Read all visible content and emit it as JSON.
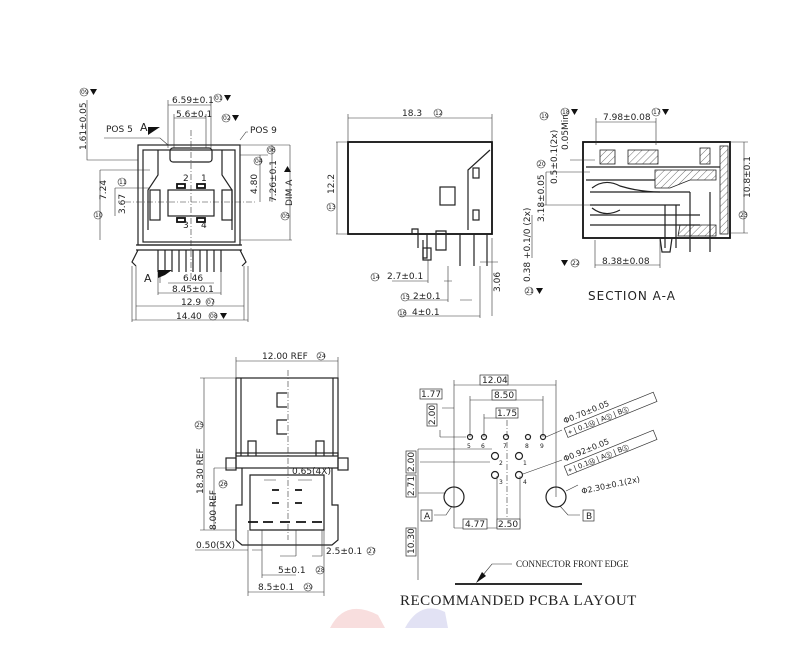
{
  "front_view": {
    "d1": "1.61±0.05",
    "c1": "09",
    "d2": "6.59±0.1",
    "c2": "01",
    "d3": "5.6±0.1",
    "pos5": "POS 5",
    "sec_a1": "A",
    "c3": "02",
    "pos9": "POS 9",
    "c4": "04",
    "d4": "4.80",
    "c5": "06",
    "d5": "7.26±0.1",
    "d6": "DIM A",
    "c6": "05",
    "d7": "7.24",
    "c7": "10",
    "c8": "11",
    "d8": "3.67",
    "pin2": "2",
    "pin1": "1",
    "pin3": "3",
    "pin4": "4",
    "sec_a2": "A",
    "d9": "6.46",
    "d10": "8.45±0.1",
    "d11": "12.9",
    "c9": "07",
    "d12": "14.40",
    "c10": "08"
  },
  "side_view": {
    "d1": "18.3",
    "c1": "12",
    "d2": "12.2",
    "c2": "13",
    "c3": "14",
    "d3": "2.7±0.1",
    "c4": "15",
    "d4": "2±0.1",
    "c5": "16",
    "d5": "4±0.1",
    "d6": "3.06"
  },
  "section_view": {
    "c1": "18",
    "d1": "7.98±0.08",
    "c2": "17",
    "c3": "19",
    "d2": "0.5±0.1(2x)",
    "d3": "0.05Min",
    "c4": "20",
    "d4": "3.18±0.05",
    "d5": "0.38 +0.1/0 (2x)",
    "c5": "21",
    "c6": "22",
    "d6": "8.38±0.08",
    "d7": "10.8±0.1",
    "c7": "23",
    "title": "SECTION A-A"
  },
  "bottom_view": {
    "d1": "12.00 REF",
    "c1": "24",
    "d2": "18.30 REF",
    "c2": "25",
    "d3": "8.00 REF",
    "c3": "26",
    "d4": "0.65(4X)",
    "d5": "0.50(5X)",
    "d6": "2.5±0.1",
    "c4": "27",
    "d7": "5±0.1",
    "c5": "28",
    "d8": "8.5±0.1",
    "c6": "29"
  },
  "pcba_layout": {
    "d1": "12.04",
    "d2": "1.77",
    "d3": "8.50",
    "d4": "2.00",
    "d5": "1.75",
    "holes": [
      "5",
      "6",
      "7",
      "8",
      "9",
      "2",
      "1",
      "3",
      "4"
    ],
    "d6": "2.00",
    "d7": "2.71",
    "d8": "10.30",
    "d9": "4.77",
    "d10": "2.50",
    "datum_a": "A",
    "datum_b": "B",
    "hole_small": "Φ0.70±0.05",
    "fcf": "⌖ | 0.1Ⓜ | AⓈ | BⓈ",
    "hole_mid": "Φ0.92±0.05",
    "hole_big": "Φ2.30±0.1(2x)",
    "front_edge": "CONNECTOR FRONT EDGE",
    "title": "RECOMMANDED PCBA LAYOUT"
  },
  "colors": {
    "line": "#222222",
    "watermark_red": "#f6d6d6",
    "watermark_blue": "#dcdcf2"
  }
}
